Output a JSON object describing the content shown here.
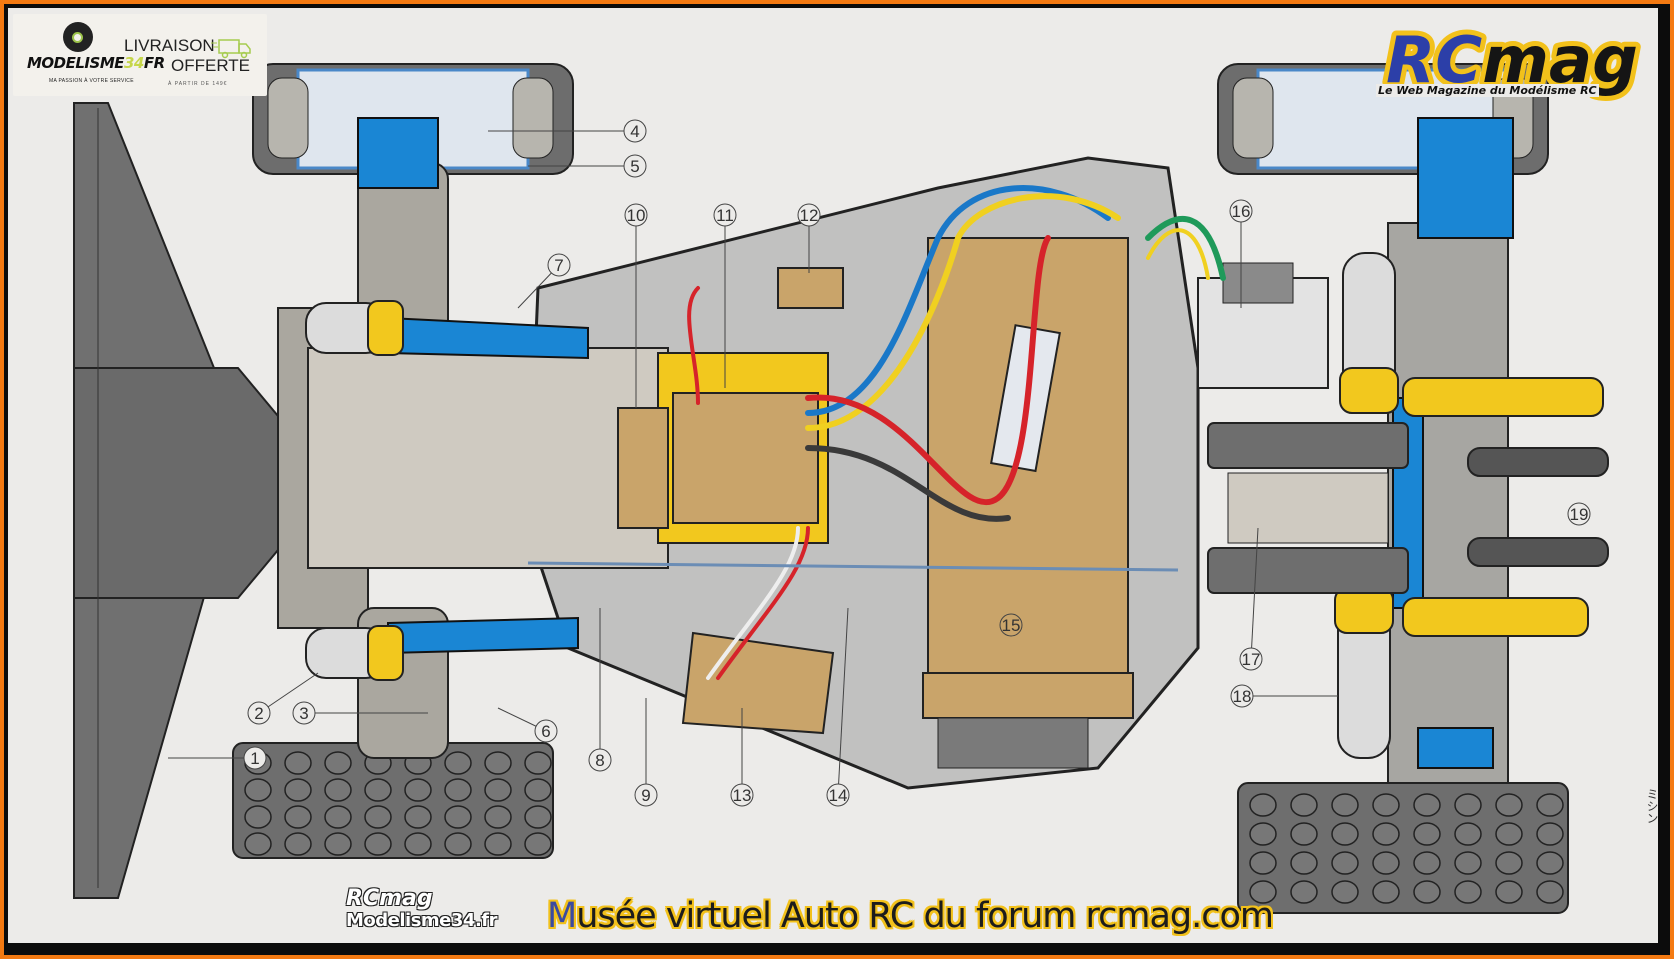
{
  "promo_banner": {
    "brand": "MODELISME",
    "brand_number": "34",
    "brand_suffix": "FR",
    "tagline": "MA PASSION À VOTRE SERVICE",
    "delivery_line1": "LIVRAISON",
    "delivery_line2": "OFFERTE",
    "delivery_condition": "À PARTIR DE 149€",
    "icons": [
      "skull-logo-icon",
      "delivery-truck-icon"
    ]
  },
  "header_logo": {
    "title": "RCmag",
    "title_part1": "RC",
    "title_part2": "mag",
    "subtitle": "Le Web Magazine du Modélisme RC"
  },
  "footer": {
    "logo_line1": "RCmag",
    "logo_line2": "Modelisme34.fr",
    "title_first_letter": "M",
    "title_rest": "usée virtuel Auto RC du forum rcmag.com"
  },
  "side_text": "ミシン",
  "colors": {
    "frame_outer": "#f47a12",
    "frame_inner": "#0c0c0c",
    "paper": "#ecebe9",
    "part_grey": "#9a9a98",
    "part_dark": "#6b6b6b",
    "part_light": "#c9c7c2",
    "blue": "#1a86d4",
    "yellow": "#f2c81e",
    "cardboard": "#c9a46a",
    "wire_red": "#d6232a",
    "wire_blue": "#1a78c8",
    "wire_yellow": "#f0d020",
    "wire_black": "#3a3a3a",
    "wire_green": "#1f9a5a",
    "logo_blue": "#2c3fa8",
    "logo_yellow": "#f2c11b"
  },
  "callouts": [
    {
      "id": "1",
      "label": "1"
    },
    {
      "id": "2",
      "label": "2"
    },
    {
      "id": "3",
      "label": "3"
    },
    {
      "id": "4",
      "label": "4"
    },
    {
      "id": "5",
      "label": "5"
    },
    {
      "id": "6",
      "label": "6"
    },
    {
      "id": "7",
      "label": "7"
    },
    {
      "id": "8",
      "label": "8"
    },
    {
      "id": "9",
      "label": "9"
    },
    {
      "id": "10",
      "label": "10"
    },
    {
      "id": "11",
      "label": "11"
    },
    {
      "id": "12",
      "label": "12"
    },
    {
      "id": "13",
      "label": "13"
    },
    {
      "id": "14",
      "label": "14"
    },
    {
      "id": "15",
      "label": "15"
    },
    {
      "id": "16",
      "label": "16"
    },
    {
      "id": "17",
      "label": "17"
    },
    {
      "id": "18",
      "label": "18"
    },
    {
      "id": "19",
      "label": "19"
    }
  ]
}
